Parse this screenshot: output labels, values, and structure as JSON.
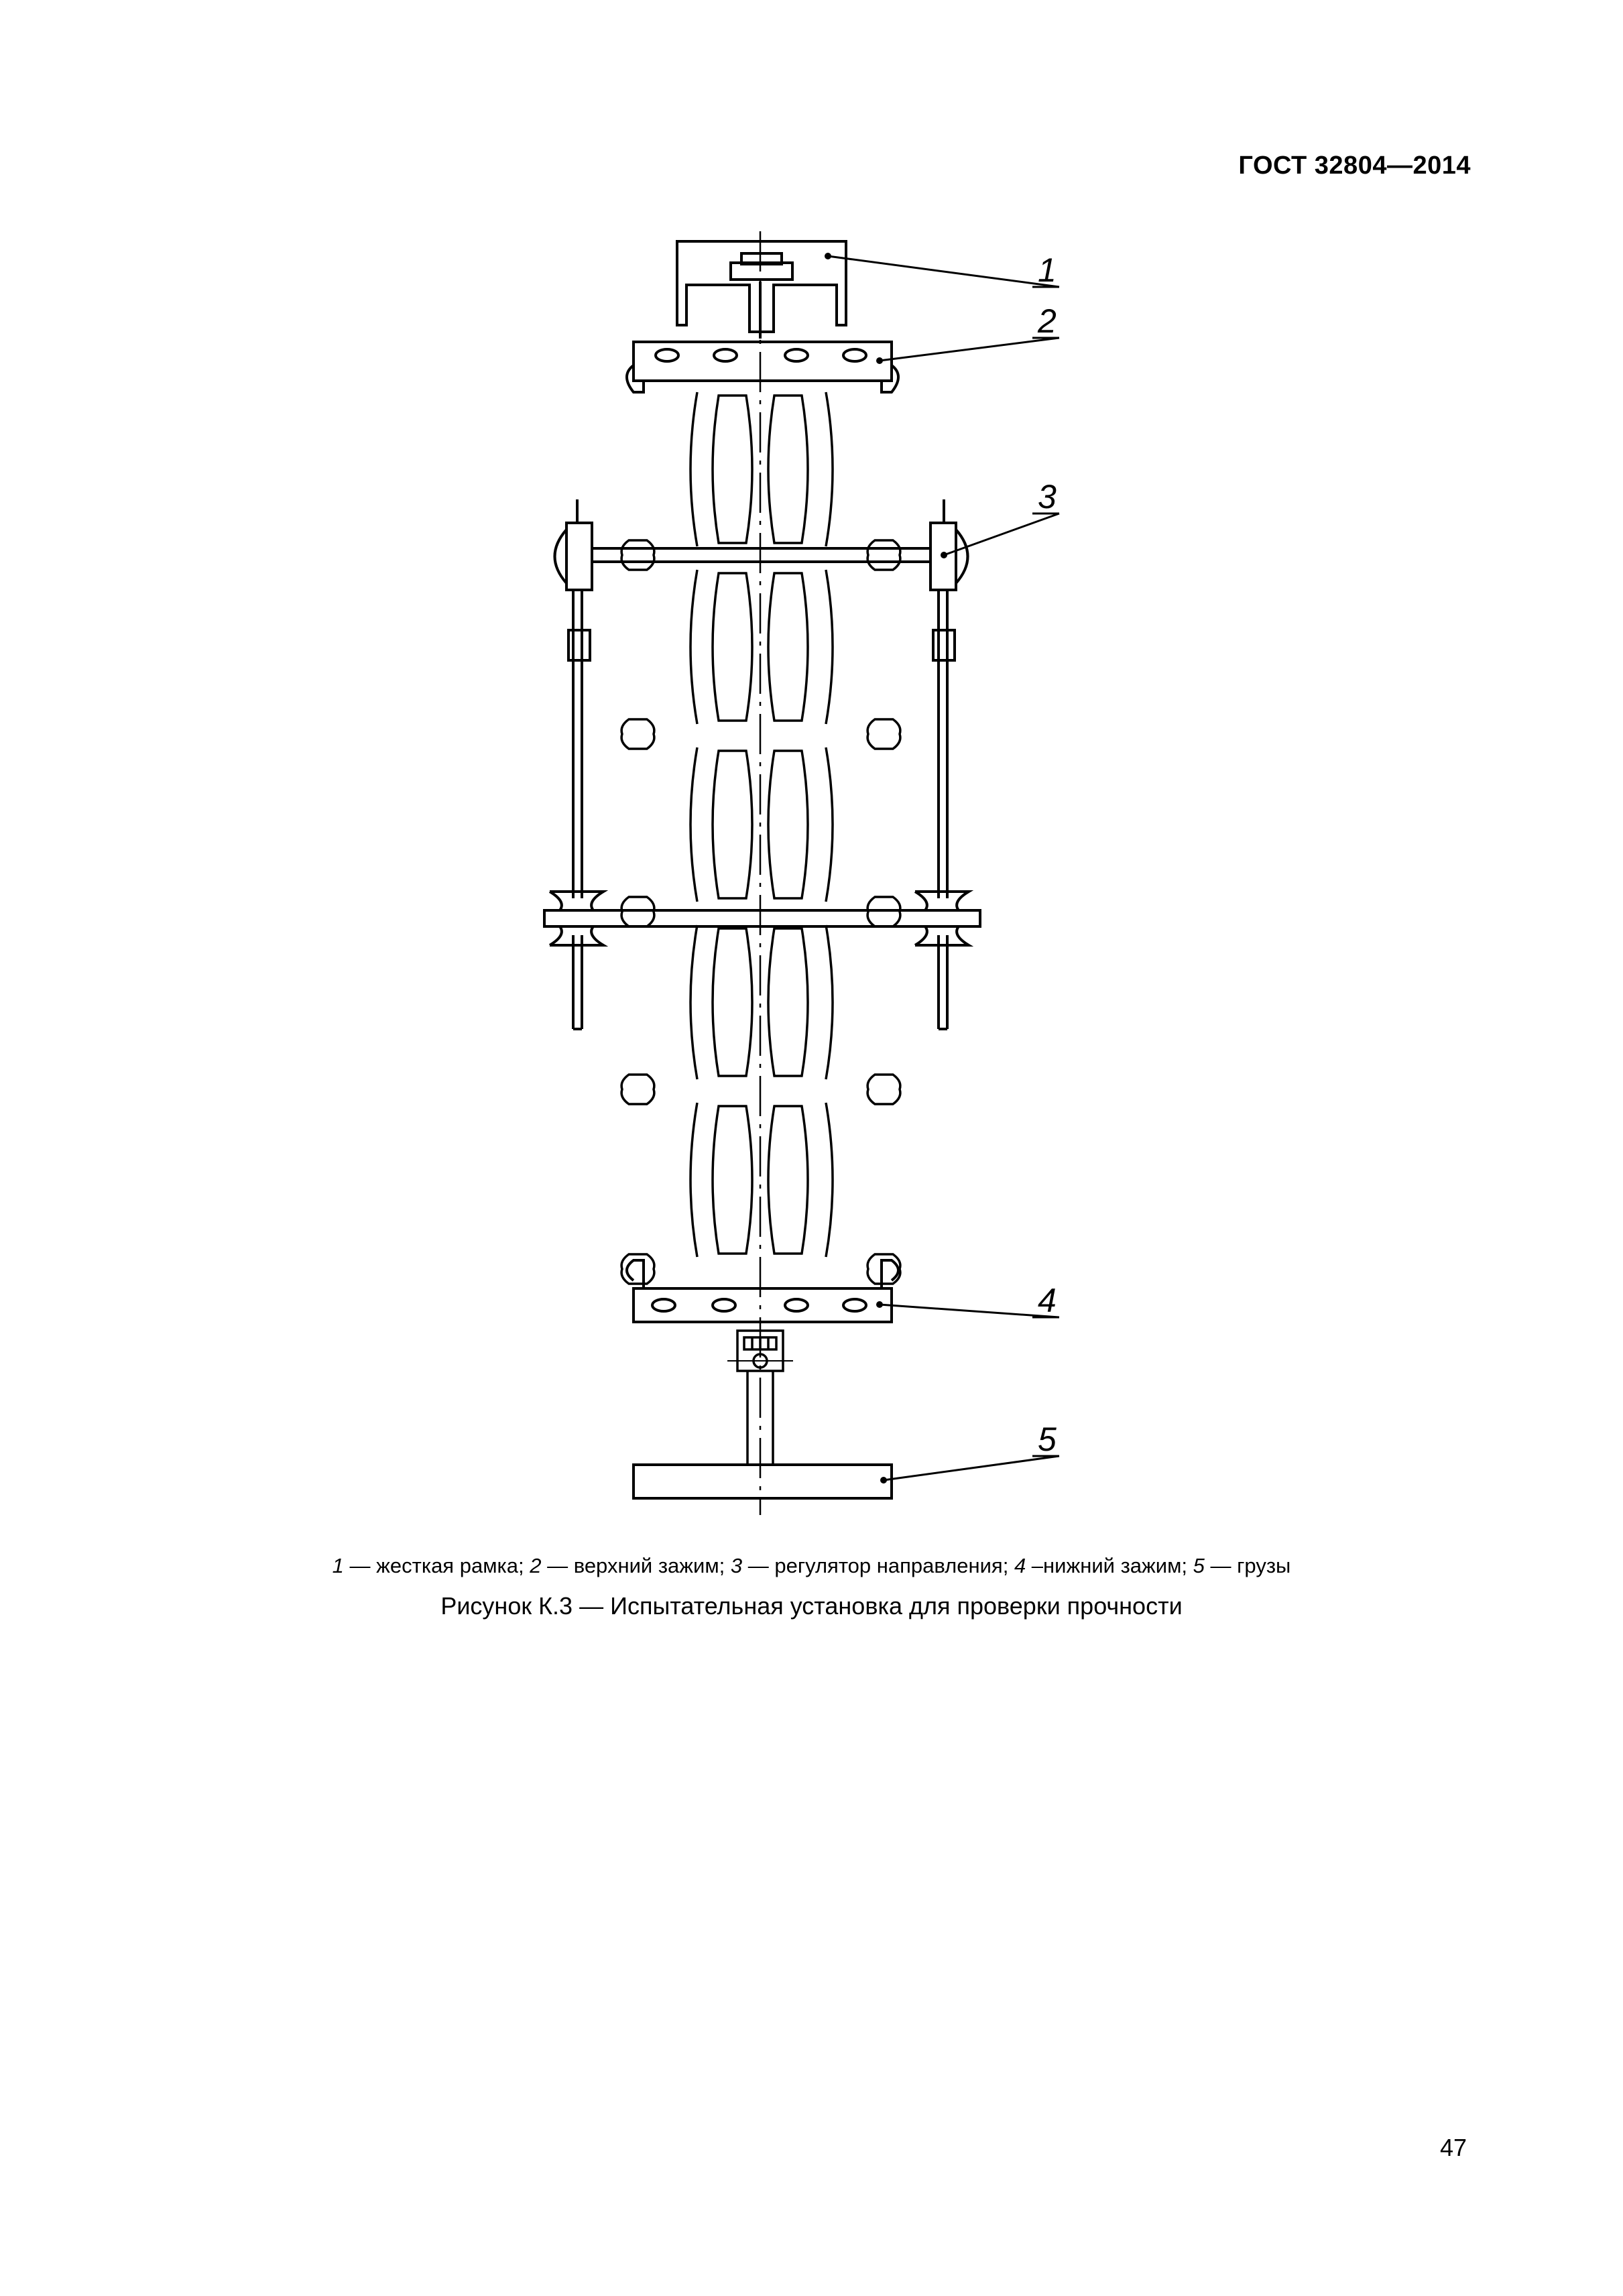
{
  "header": {
    "standard": "ГОСТ 32804—2014"
  },
  "figure": {
    "callouts": [
      "1",
      "2",
      "3",
      "4",
      "5"
    ]
  },
  "legend": {
    "items": [
      {
        "num": "1",
        "text": " — жесткая рамка; "
      },
      {
        "num": "2",
        "text": " — верхний зажим; "
      },
      {
        "num": "3",
        "text": " — регулятор направления; "
      },
      {
        "num": "4",
        "text": " –нижний зажим; "
      },
      {
        "num": "5",
        "text": " — грузы"
      }
    ]
  },
  "caption": "Рисунок К.3 — Испытательная установка для проверки прочности",
  "page_number": "47"
}
